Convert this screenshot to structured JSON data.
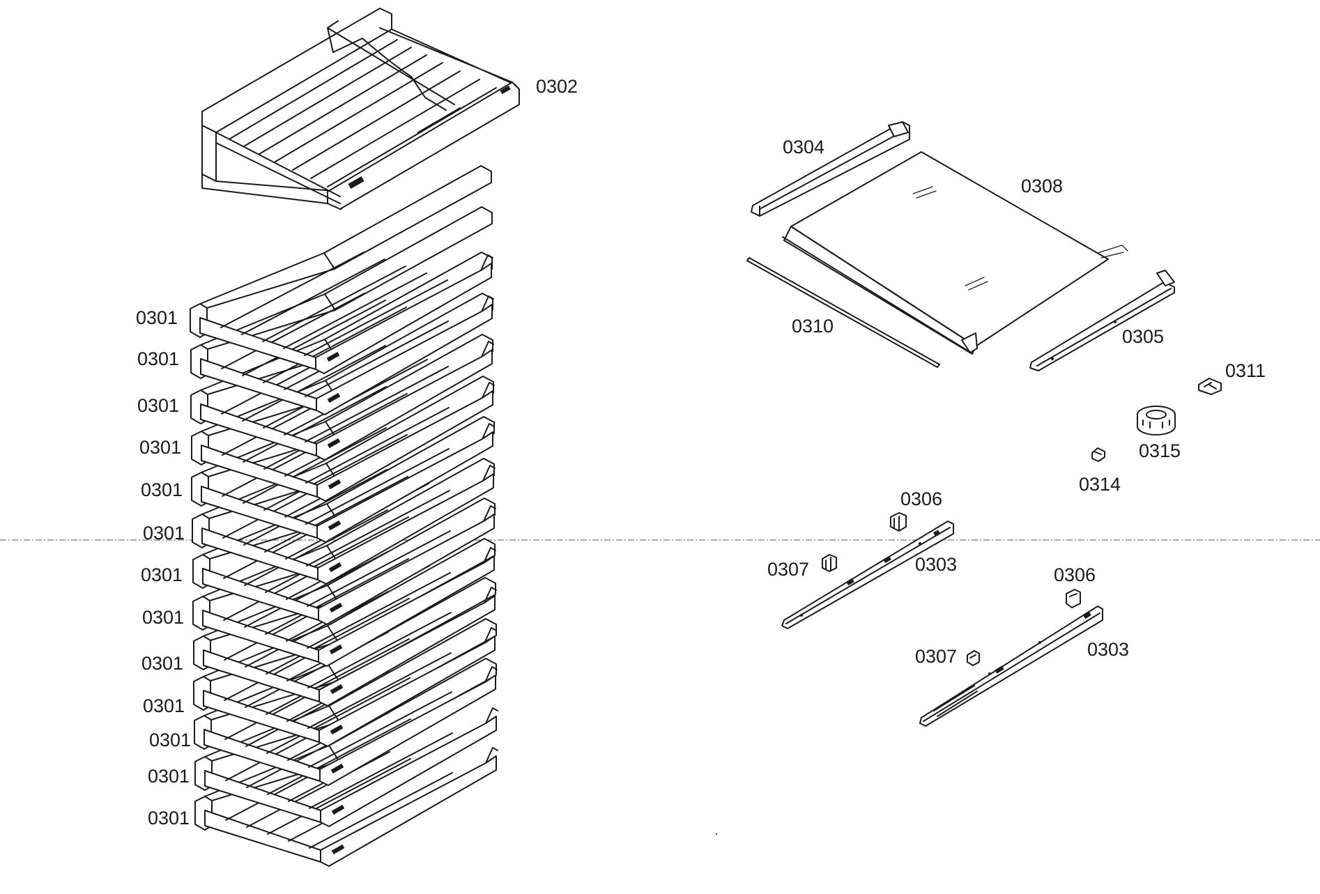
{
  "diagram": {
    "parts": {
      "shelf_rack": "0301",
      "top_shelf": "0302",
      "telescopic_rail": "0303",
      "front_trim": "0304",
      "rear_trim": "0305",
      "clip_upper": "0306",
      "clip_lower": "0307",
      "glass_plate": "0308",
      "rod": "0310",
      "hinge_clip": "0311",
      "switch": "0314",
      "light_round": "0315"
    },
    "stack_labels": [
      "0301",
      "0301",
      "0301",
      "0301",
      "0301",
      "0301",
      "0301",
      "0301",
      "0301",
      "0301",
      "0301",
      "0301",
      "0301"
    ]
  }
}
